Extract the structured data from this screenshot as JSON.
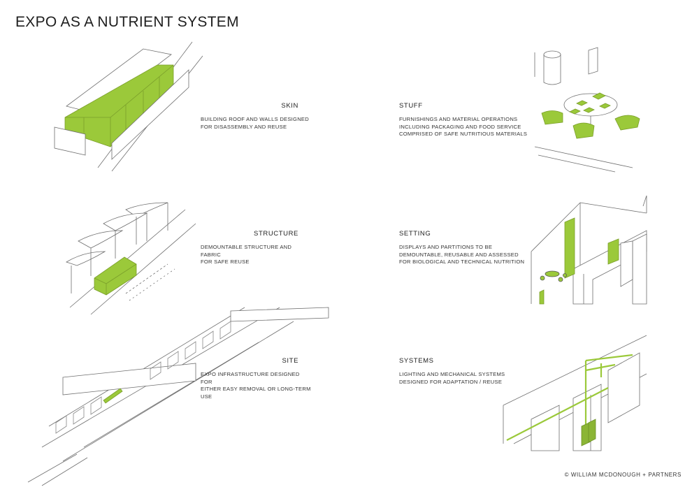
{
  "title": "EXPO AS A NUTRIENT SYSTEM",
  "accent_color": "#9bc93a",
  "panels": {
    "skin": {
      "heading": "SKIN",
      "desc": "BUILDING ROOF AND WALLS DESIGNED\nFOR DISASSEMBLY AND REUSE"
    },
    "structure": {
      "heading": "STRUCTURE",
      "desc": "DEMOUNTABLE STRUCTURE AND FABRIC\nFOR SAFE REUSE"
    },
    "site": {
      "heading": "SITE",
      "desc": "EXPO INFRASTRUCTURE DESIGNED FOR\nEITHER EASY REMOVAL OR LONG-TERM\nUSE"
    },
    "stuff": {
      "heading": "STUFF",
      "desc": "FURNISHINGS AND MATERIAL OPERATIONS\nINCLUDING PACKAGING AND FOOD SERVICE\nCOMPRISED OF SAFE NUTRITIOUS MATERIALS"
    },
    "setting": {
      "heading": "SETTING",
      "desc": "DISPLAYS AND PARTITIONS TO BE\nDEMOUNTABLE, REUSABLE AND ASSESSED\nFOR BIOLOGICAL AND TECHNICAL NUTRITION"
    },
    "systems": {
      "heading": "SYSTEMS",
      "desc": "LIGHTING AND MECHANICAL SYSTEMS\nDESIGNED FOR ADAPTATION / REUSE"
    }
  },
  "footer": "© WILLIAM MCDONOUGH + PARTNERS"
}
